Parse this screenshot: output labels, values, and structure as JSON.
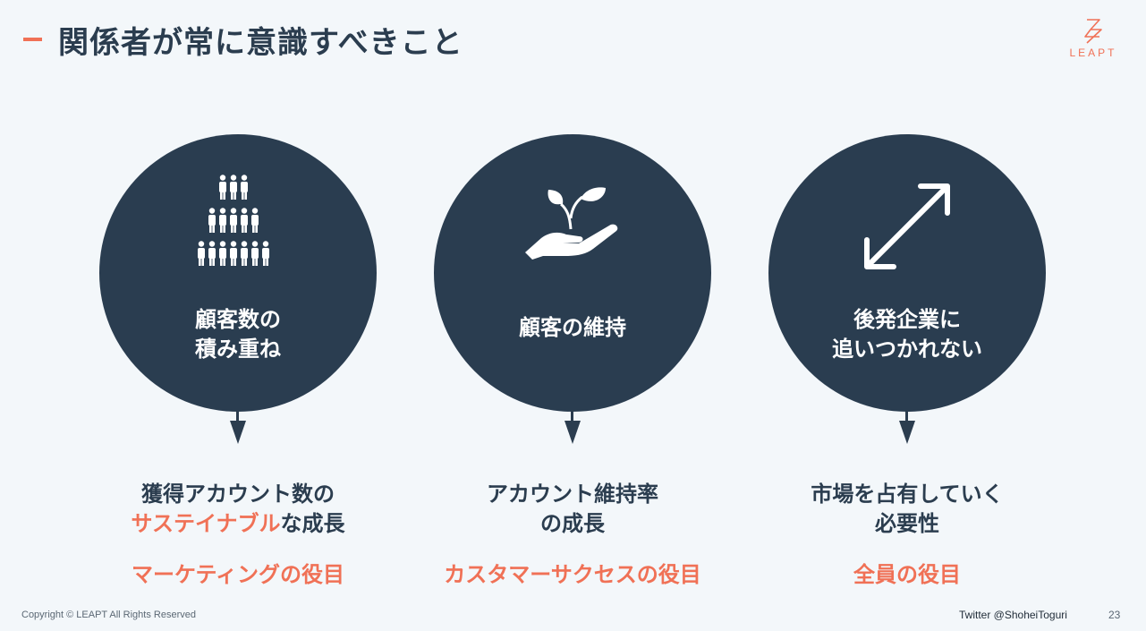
{
  "header": {
    "title": "関係者が常に意識すべきこと"
  },
  "logo": {
    "text": "LEAPT"
  },
  "columns": [
    {
      "icon": "people-pyramid-icon",
      "circle_lines": [
        "顧客数の",
        "積み重ね"
      ],
      "desc_line1": "獲得アカウント数の",
      "desc_line2_accent": "サステイナブル",
      "desc_line2_rest": "な成長",
      "role": "マーケティングの役目"
    },
    {
      "icon": "hand-sprout-icon",
      "circle_lines": [
        "顧客の維持"
      ],
      "desc_line1": "アカウント維持率",
      "desc_line2": "の成長",
      "role": "カスタマーサクセスの役目"
    },
    {
      "icon": "diagonal-double-arrow-icon",
      "circle_lines": [
        "後発企業に",
        "追いつかれない"
      ],
      "desc_line1": "市場を占有していく",
      "desc_line2": "必要性",
      "role": "全員の役目"
    }
  ],
  "footer": {
    "copyright": "Copyright © LEAPT All Rights Reserved",
    "twitter": "Twitter @ShoheiToguri",
    "page": "23"
  },
  "colors": {
    "navy": "#2a3d50",
    "accent": "#f07156",
    "background": "#f3f7fa"
  }
}
